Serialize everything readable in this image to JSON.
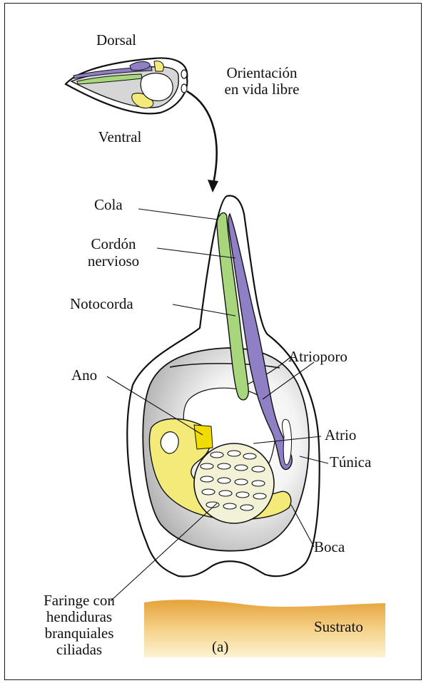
{
  "orientation": {
    "dorsal": "Dorsal",
    "ventral": "Ventral",
    "free_life_line1": "Orientación",
    "free_life_line2": "en vida libre"
  },
  "labels": {
    "cola": "Cola",
    "cordon_line1": "Cordón",
    "cordon_line2": "nervioso",
    "notocorda": "Notocorda",
    "ano": "Ano",
    "atrioporo": "Atrioporo",
    "atrio": "Atrio",
    "tunica": "Túnica",
    "boca": "Boca",
    "faringe_line1": "Faringe con",
    "faringe_line2": "hendiduras",
    "faringe_line3": "branquiales",
    "faringe_line4": "ciliadas",
    "sustrato": "Sustrato",
    "panel": "(a)"
  },
  "colors": {
    "nerve_cord": "#8f7fc4",
    "notochord": "#a8d67c",
    "gut": "#f3ea7a",
    "anus_highlight": "#f2dc00",
    "pharynx": "#f3f2d6",
    "body_shade": "#c9c9c9",
    "substrate_top": "#e6a23a",
    "substrate_bottom": "#fdf2cf"
  }
}
